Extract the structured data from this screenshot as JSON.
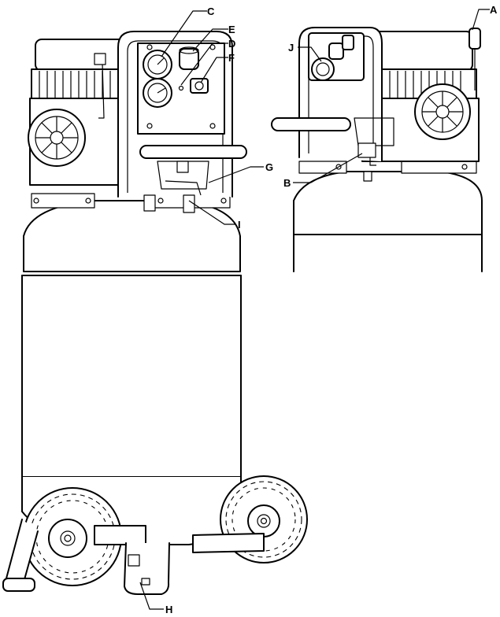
{
  "callouts": {
    "A": "A",
    "B": "B",
    "C": "C",
    "D": "D",
    "E": "E",
    "F": "F",
    "G": "G",
    "H": "H",
    "I": "I",
    "J": "J"
  }
}
